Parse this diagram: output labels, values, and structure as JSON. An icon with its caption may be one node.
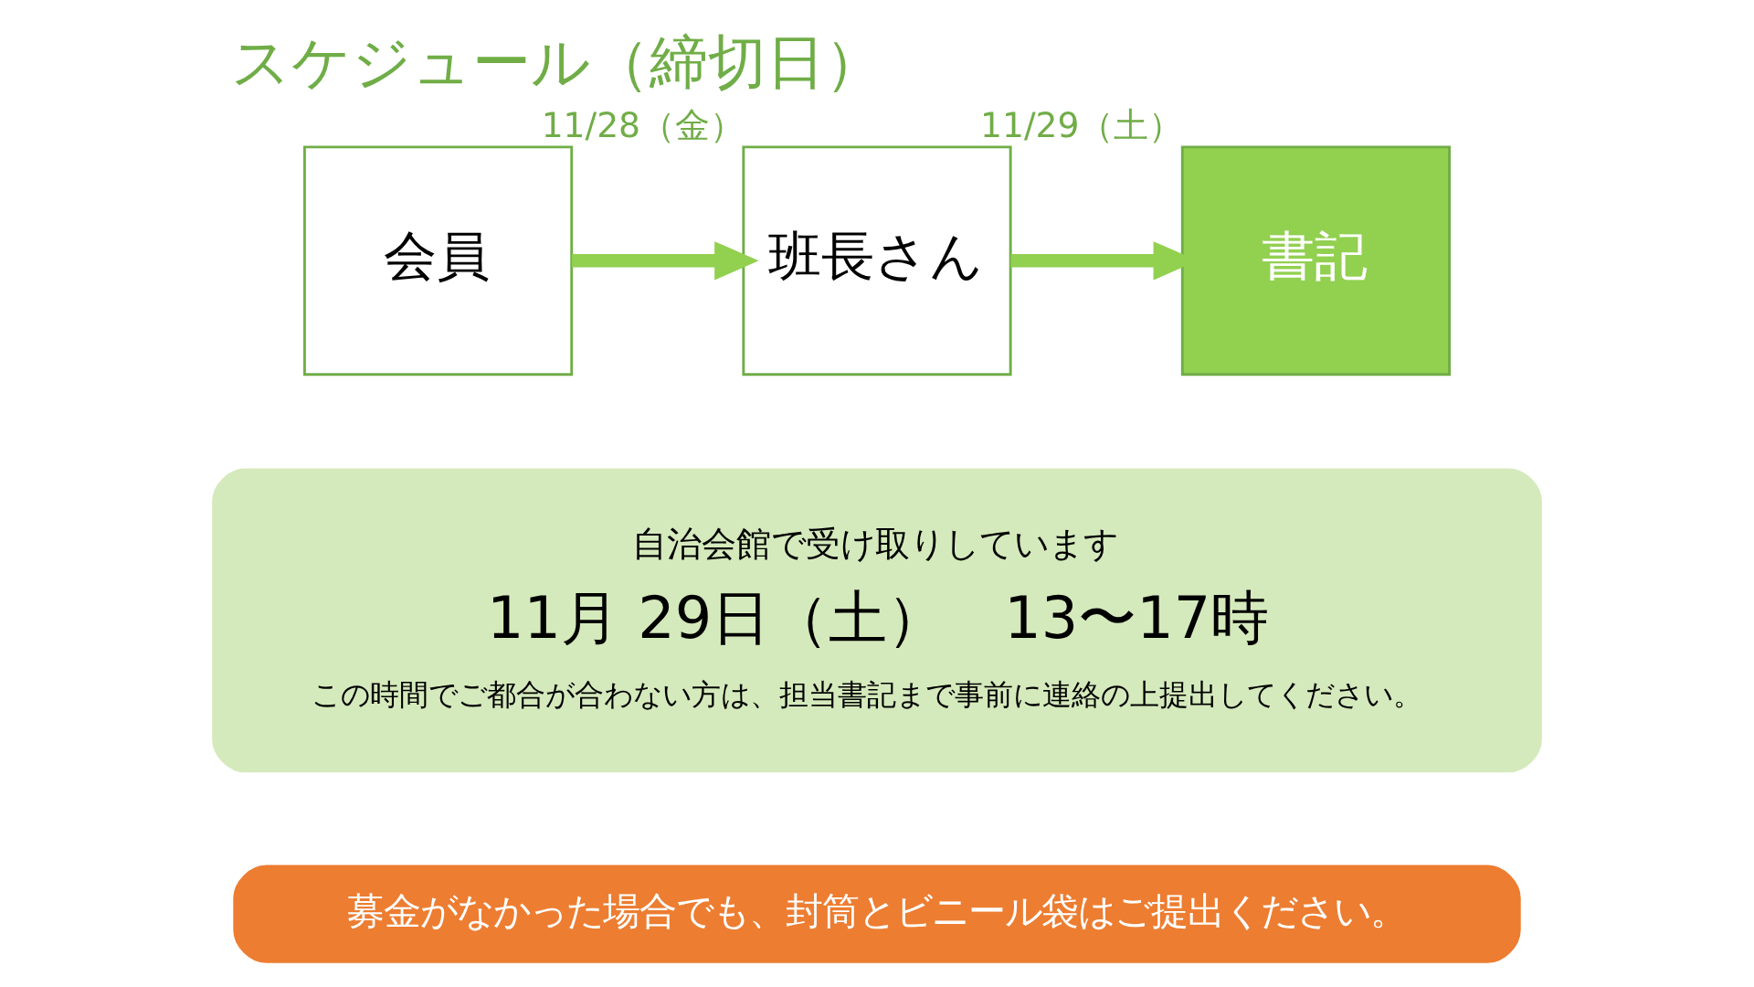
{
  "diagram": {
    "title": "スケジュール（締切日）",
    "nodes": [
      {
        "text": [
          "会員"
        ]
      },
      {
        "text": [
          "班長さん"
        ],
        "beside": [
          "11/28（金）"
        ]
      },
      {
        "text": [
          "書記"
        ],
        "beside": [
          "11/29（土）"
        ]
      },
      {
        "text": [
          "自治会館で受け取りしています",
          "11月 29日（土）　13〜17時",
          "この時間でご都合が合わない方は、担当書記まで事前に連絡の上提出してください。"
        ]
      },
      {
        "text": [
          "募金がなかった場合でも、封筒とビニール袋はご提出ください。"
        ]
      }
    ],
    "edges": [
      {
        "from": 0,
        "to": 1,
        "arrow": "to"
      },
      {
        "from": 1,
        "to": 2,
        "arrow": "to"
      }
    ]
  }
}
